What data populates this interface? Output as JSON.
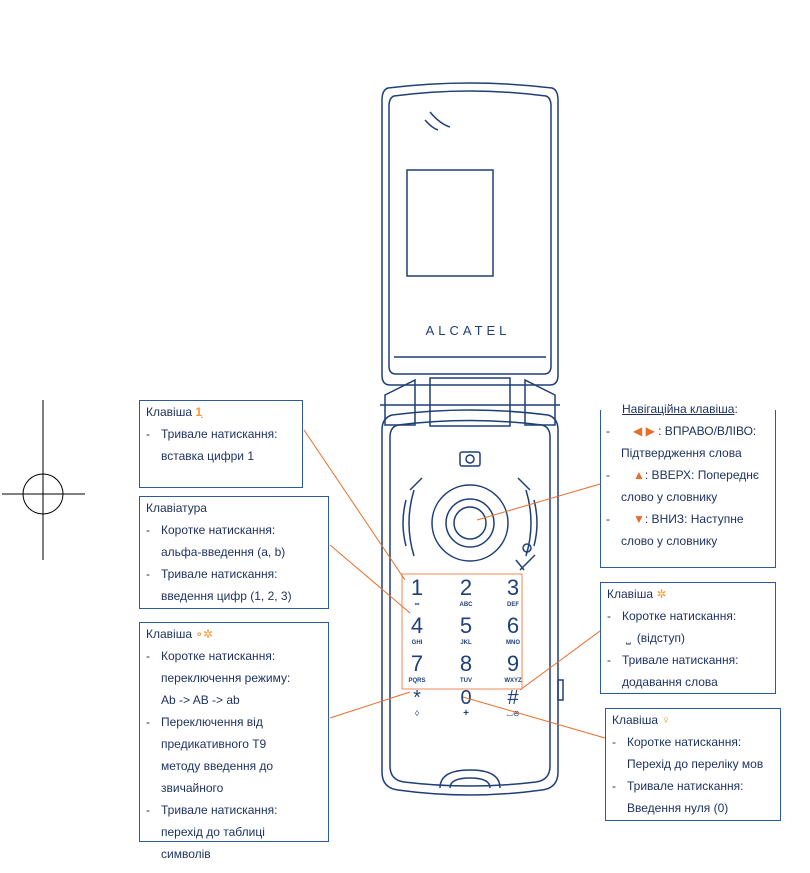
{
  "phone": {
    "brand": "ALCATEL",
    "keys": [
      {
        "digit": "1",
        "letters": "∞"
      },
      {
        "digit": "2",
        "letters": "ABC"
      },
      {
        "digit": "3",
        "letters": "DEF"
      },
      {
        "digit": "4",
        "letters": "GHI"
      },
      {
        "digit": "5",
        "letters": "JKL"
      },
      {
        "digit": "6",
        "letters": "MNO"
      },
      {
        "digit": "7",
        "letters": "PQRS"
      },
      {
        "digit": "8",
        "letters": "TUV"
      },
      {
        "digit": "9",
        "letters": "WXYZ"
      },
      {
        "digit": "*",
        "letters": "◊"
      },
      {
        "digit": "0",
        "letters": "+"
      },
      {
        "digit": "#",
        "letters": "⌴⊖"
      }
    ]
  },
  "callouts": {
    "key1": {
      "title": "Клавіша",
      "items": [
        "Тривале натискання:",
        "вставка цифри 1"
      ]
    },
    "keypad": {
      "title": "Клавіатура",
      "items": [
        {
          "line1": "Коротке натискання:",
          "line2": "альфа-введення (a, b)"
        },
        {
          "line1": "Тривале натискання:",
          "line2": "введення цифр (1, 2, 3)"
        }
      ]
    },
    "star": {
      "title": "Клавіша",
      "items": [
        {
          "lines": [
            "Коротке натискання:",
            "переключення режиму:",
            "Ab -> AB -> ab"
          ]
        },
        {
          "lines": [
            "Переключення від",
            "предикативного T9",
            "методу введення до",
            "звичайного"
          ]
        },
        {
          "lines": [
            "Тривале натискання:",
            "перехід до таблиці",
            "символів"
          ]
        }
      ]
    },
    "nav": {
      "title": "Навігаційна клавіша",
      "title_suffix": ":",
      "items": [
        {
          "prefix": "◀ ▶",
          "line1": ": ВПРАВО/ВЛІВО:",
          "line2": "Підтвердження слова"
        },
        {
          "prefix": "▲",
          "line1": ": ВВЕРХ: Попереднє",
          "line2": "слово у словнику"
        },
        {
          "prefix": "▼",
          "line1": ": ВНИЗ: Наступне",
          "line2": "слово у словнику"
        }
      ]
    },
    "hash": {
      "title": "Клавіша",
      "items": [
        {
          "line1": "Коротке натискання:",
          "line2": "(відступ)"
        },
        {
          "line1": "Тривале натискання:",
          "line2": "додавання слова"
        }
      ]
    },
    "zero": {
      "title": "Клавіша",
      "items": [
        {
          "line1": "Коротке натискання:",
          "line2": "Перехід до переліку мов"
        },
        {
          "line1": "Тривале натискання:",
          "line2": "Введення нуля (0)"
        }
      ]
    }
  }
}
